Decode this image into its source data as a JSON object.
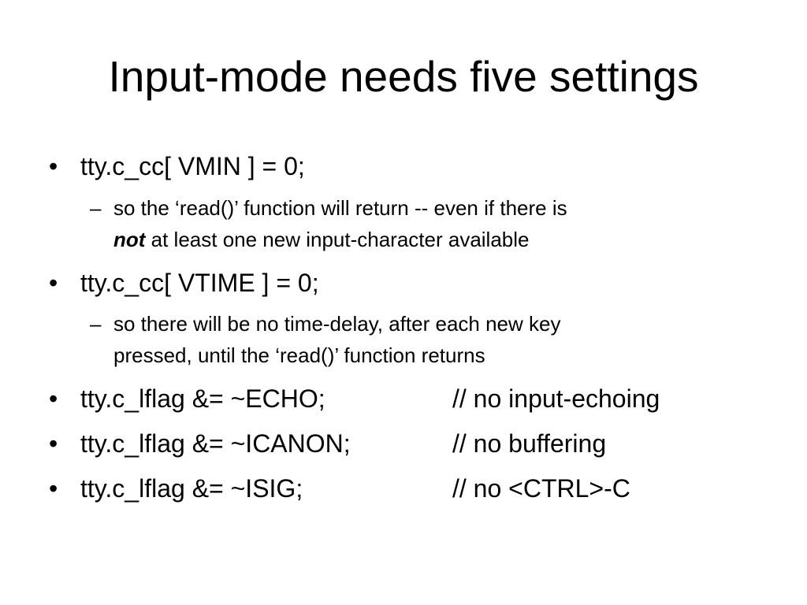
{
  "slide": {
    "title": "Input-mode needs five settings",
    "bullet_char": "•",
    "dash_char": "–",
    "items": [
      {
        "code": "tty.c_cc[ VMIN ] = 0;",
        "sub": {
          "line1": "so the ‘read()’ function will return -- even if there is",
          "line2_emph": "not",
          "line2_rest": " at least one new input-character available"
        }
      },
      {
        "code": "tty.c_cc[ VTIME ] = 0;",
        "sub": {
          "line1": "so there will be no time-delay, after each new key",
          "line2": "pressed, until the ‘read()’ function returns"
        }
      },
      {
        "code": "tty.c_lflag &= ~ECHO;",
        "comment": "// no input-echoing"
      },
      {
        "code": "tty.c_lflag &= ~ICANON;",
        "comment": "// no buffering"
      },
      {
        "code": "tty.c_lflag &= ~ISIG;",
        "comment": "// no <CTRL>-C"
      }
    ]
  }
}
